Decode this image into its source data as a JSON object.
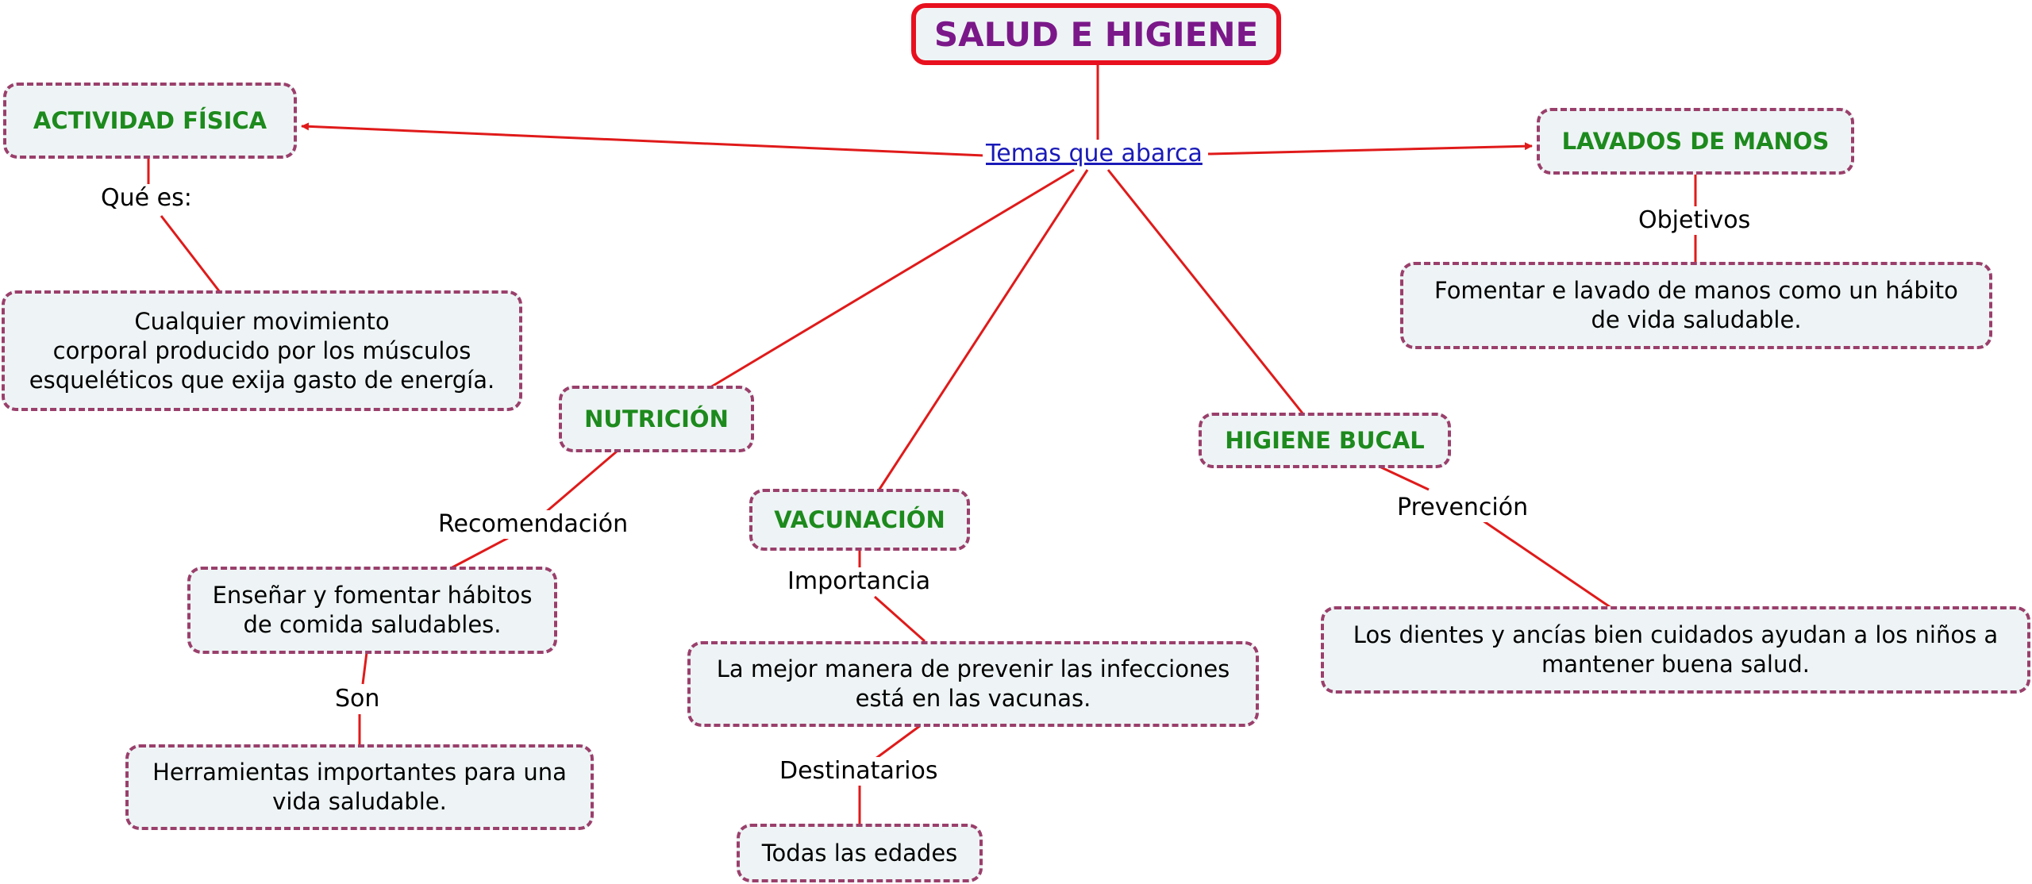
{
  "root": {
    "title": "SALUD E HIGIENE"
  },
  "link_label": "Temas que abarca",
  "topics": {
    "actividad": "ACTIVIDAD FÍSICA",
    "lavados": "LAVADOS DE MANOS",
    "nutricion": "NUTRICIÓN",
    "vacunacion": "VACUNACIÓN",
    "higiene_bucal": "HIGIENE BUCAL"
  },
  "relations": {
    "que_es": "Qué es:",
    "objetivos": "Objetivos",
    "recomendacion": "Recomendación",
    "son": "Son",
    "importancia": "Importancia",
    "destinatarios": "Destinatarios",
    "prevencion": "Prevención"
  },
  "concepts": {
    "actividad_def": "Cualquier movimiento\ncorporal producido por los músculos\nesqueléticos que exija gasto de energía.",
    "lavados_obj": "Fomentar e lavado de manos como un hábito\nde vida saludable.",
    "nutricion_rec": "Enseñar y fomentar hábitos\nde comida saludables.",
    "nutricion_son": "Herramientas importantes para una\nvida saludable.",
    "vacunacion_imp": "La mejor manera de prevenir las infecciones\nestá en las vacunas.",
    "vacunacion_dest": "Todas las edades",
    "bucal_prev": "Los dientes y ancías bien cuidados ayudan a los niños a\nmantener buena salud."
  },
  "colors": {
    "edge": "#e01a1a",
    "topic_text": "#1d8a1d",
    "root_text": "#7b1889",
    "node_border": "#9a3f6b",
    "node_fill": "#eef4f5",
    "link_text": "#1a1ab8"
  }
}
